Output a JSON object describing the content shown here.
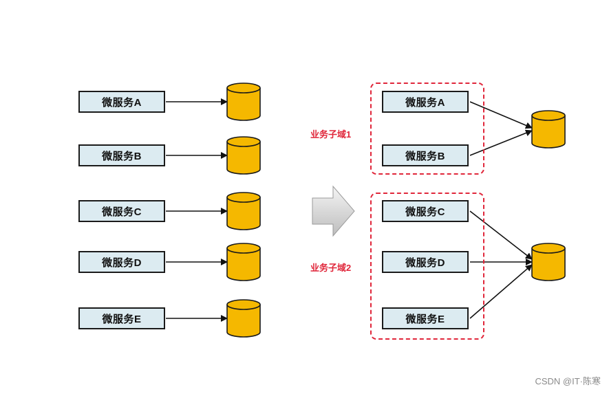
{
  "left": {
    "services": [
      {
        "label": "微服务A"
      },
      {
        "label": "微服务B"
      },
      {
        "label": "微服务C"
      },
      {
        "label": "微服务D"
      },
      {
        "label": "微服务E"
      }
    ]
  },
  "right": {
    "domains": [
      {
        "label": "业务子域1",
        "services": [
          {
            "label": "微服务A"
          },
          {
            "label": "微服务B"
          }
        ]
      },
      {
        "label": "业务子域2",
        "services": [
          {
            "label": "微服务C"
          },
          {
            "label": "微服务D"
          },
          {
            "label": "微服务E"
          }
        ]
      }
    ]
  },
  "watermark": "CSDN @IT·陈寒",
  "colors": {
    "box_fill": "#dcebf1",
    "db_fill": "#f5b800",
    "domain_border": "#e0263a",
    "arrow_fill": "#d9d9d9"
  }
}
